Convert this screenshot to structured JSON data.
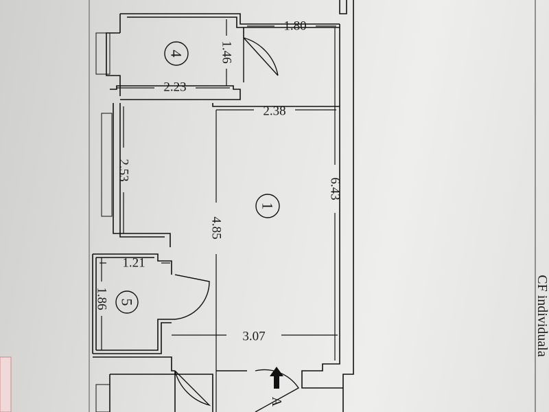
{
  "plan": {
    "rooms": [
      {
        "id": "4"
      },
      {
        "id": "1"
      },
      {
        "id": "5"
      }
    ],
    "dimensions": {
      "d_180": "1.80",
      "d_146": "1.46",
      "d_223": "2.23",
      "d_238": "2.38",
      "d_253": "2.53",
      "d_643": "6.43",
      "d_485": "4.85",
      "d_121": "1.21",
      "d_186": "1.86",
      "d_307": "3.07"
    },
    "entrance_label": "A",
    "side_text": "CF individuala"
  }
}
